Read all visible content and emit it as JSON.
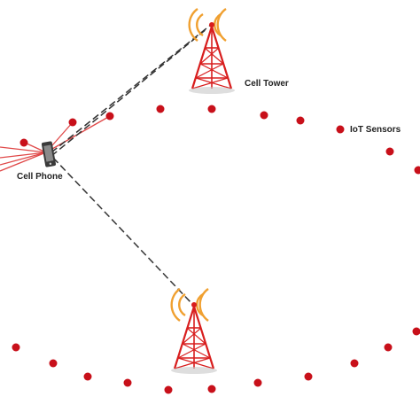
{
  "labels": {
    "cell_tower": "Cell Tower",
    "iot_sensors": "IoT Sensors",
    "cell_phone": "Cell Phone"
  },
  "colors": {
    "tower": "#d81e1e",
    "signal_waves": "#f0a030",
    "sensor_dot": "#c8101a",
    "dashed_link": "#333333",
    "phone_rays": "#e04848",
    "phone_body": "#3a3a3a"
  },
  "icons": {
    "tower": "cell-tower-icon",
    "phone": "cell-phone-icon",
    "sensor": "iot-sensor-dot"
  }
}
